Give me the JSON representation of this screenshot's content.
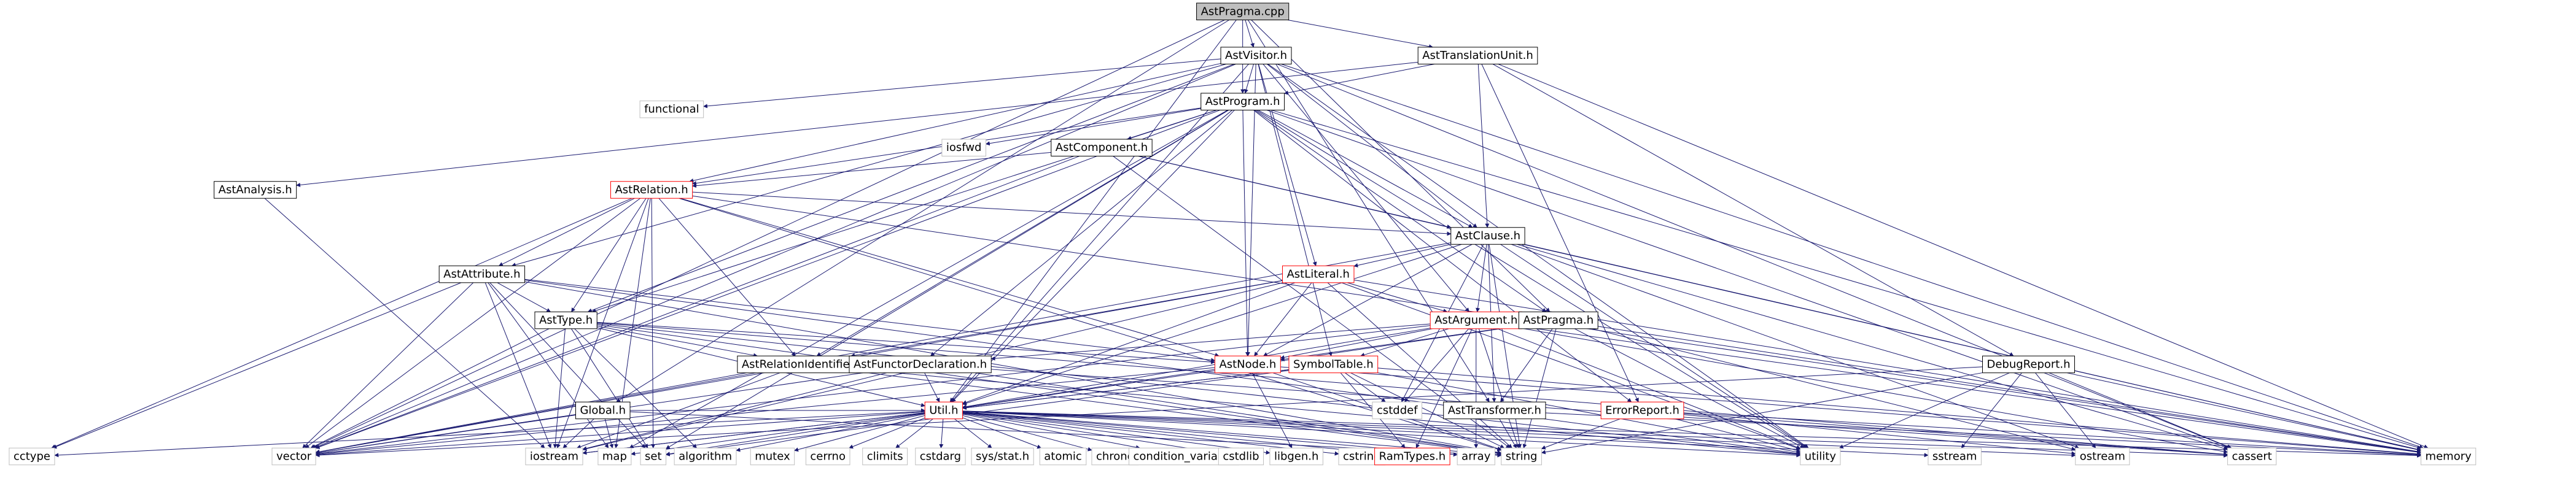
{
  "graph": {
    "nodes": [
      {
        "id": "root",
        "label": "AstPragma.cpp",
        "kind": "root"
      },
      {
        "id": "astvisitor",
        "label": "AstVisitor.h",
        "kind": "internal"
      },
      {
        "id": "asttu",
        "label": "AstTranslationUnit.h",
        "kind": "internal"
      },
      {
        "id": "functional",
        "label": "functional",
        "kind": "system"
      },
      {
        "id": "astprogram",
        "label": "AstProgram.h",
        "kind": "internal"
      },
      {
        "id": "iosfwd",
        "label": "iosfwd",
        "kind": "system"
      },
      {
        "id": "astcomponent",
        "label": "AstComponent.h",
        "kind": "internal"
      },
      {
        "id": "astanalysis",
        "label": "AstAnalysis.h",
        "kind": "internal"
      },
      {
        "id": "astrelation",
        "label": "AstRelation.h",
        "kind": "red"
      },
      {
        "id": "astclause",
        "label": "AstClause.h",
        "kind": "internal"
      },
      {
        "id": "astattribute",
        "label": "AstAttribute.h",
        "kind": "internal"
      },
      {
        "id": "astliteral",
        "label": "AstLiteral.h",
        "kind": "red"
      },
      {
        "id": "astargument",
        "label": "AstArgument.h",
        "kind": "red"
      },
      {
        "id": "astpragma",
        "label": "AstPragma.h",
        "kind": "internal"
      },
      {
        "id": "asttype",
        "label": "AstType.h",
        "kind": "internal"
      },
      {
        "id": "astnode",
        "label": "AstNode.h",
        "kind": "red"
      },
      {
        "id": "symboltable",
        "label": "SymbolTable.h",
        "kind": "red"
      },
      {
        "id": "astrelid",
        "label": "AstRelationIdentifier.h",
        "kind": "internal"
      },
      {
        "id": "astfuncdecl",
        "label": "AstFunctorDeclaration.h",
        "kind": "internal"
      },
      {
        "id": "debugreport",
        "label": "DebugReport.h",
        "kind": "internal"
      },
      {
        "id": "global",
        "label": "Global.h",
        "kind": "internal"
      },
      {
        "id": "util",
        "label": "Util.h",
        "kind": "red"
      },
      {
        "id": "asttransformer",
        "label": "AstTransformer.h",
        "kind": "internal"
      },
      {
        "id": "errorreport",
        "label": "ErrorReport.h",
        "kind": "red"
      },
      {
        "id": "cstddef",
        "label": "cstddef",
        "kind": "system"
      },
      {
        "id": "cctype",
        "label": "cctype",
        "kind": "system"
      },
      {
        "id": "vector",
        "label": "vector",
        "kind": "system"
      },
      {
        "id": "iostream",
        "label": "iostream",
        "kind": "system"
      },
      {
        "id": "map",
        "label": "map",
        "kind": "system"
      },
      {
        "id": "set",
        "label": "set",
        "kind": "system"
      },
      {
        "id": "algorithm",
        "label": "algorithm",
        "kind": "system"
      },
      {
        "id": "mutex",
        "label": "mutex",
        "kind": "system"
      },
      {
        "id": "cerrno",
        "label": "cerrno",
        "kind": "system"
      },
      {
        "id": "climits",
        "label": "climits",
        "kind": "system"
      },
      {
        "id": "cstdarg",
        "label": "cstdarg",
        "kind": "system"
      },
      {
        "id": "sysstat",
        "label": "sys/stat.h",
        "kind": "system"
      },
      {
        "id": "atomic",
        "label": "atomic",
        "kind": "system"
      },
      {
        "id": "chrono",
        "label": "chrono",
        "kind": "system"
      },
      {
        "id": "condvar",
        "label": "condition_variable",
        "kind": "system"
      },
      {
        "id": "cstdlib",
        "label": "cstdlib",
        "kind": "system"
      },
      {
        "id": "libgen",
        "label": "libgen.h",
        "kind": "system"
      },
      {
        "id": "cstring",
        "label": "cstring",
        "kind": "system"
      },
      {
        "id": "ramtypes",
        "label": "RamTypes.h",
        "kind": "red"
      },
      {
        "id": "array",
        "label": "array",
        "kind": "system"
      },
      {
        "id": "string",
        "label": "string",
        "kind": "system"
      },
      {
        "id": "utility",
        "label": "utility",
        "kind": "system"
      },
      {
        "id": "sstream",
        "label": "sstream",
        "kind": "system"
      },
      {
        "id": "ostream",
        "label": "ostream",
        "kind": "system"
      },
      {
        "id": "cassert",
        "label": "cassert",
        "kind": "system"
      },
      {
        "id": "memory",
        "label": "memory",
        "kind": "system"
      }
    ],
    "edges": [
      [
        "root",
        "astvisitor"
      ],
      [
        "root",
        "asttu"
      ],
      [
        "root",
        "astprogram"
      ],
      [
        "root",
        "astpragma"
      ],
      [
        "root",
        "util"
      ],
      [
        "root",
        "global"
      ],
      [
        "root",
        "vector"
      ],
      [
        "root",
        "asttransformer"
      ],
      [
        "asttu",
        "astprogram"
      ],
      [
        "asttu",
        "astanalysis"
      ],
      [
        "asttu",
        "errorreport"
      ],
      [
        "asttu",
        "debugreport"
      ],
      [
        "asttu",
        "memory"
      ],
      [
        "asttu",
        "astclause"
      ],
      [
        "astvisitor",
        "functional"
      ],
      [
        "astvisitor",
        "astprogram"
      ],
      [
        "astvisitor",
        "astrelation"
      ],
      [
        "astvisitor",
        "astattribute"
      ],
      [
        "astvisitor",
        "asttype"
      ],
      [
        "astvisitor",
        "astclause"
      ],
      [
        "astvisitor",
        "astliteral"
      ],
      [
        "astvisitor",
        "astargument"
      ],
      [
        "astvisitor",
        "astnode"
      ],
      [
        "astvisitor",
        "util"
      ],
      [
        "astvisitor",
        "vector"
      ],
      [
        "astvisitor",
        "utility"
      ],
      [
        "astvisitor",
        "memory"
      ],
      [
        "astvisitor",
        "cassert"
      ],
      [
        "astvisitor",
        "symboltable"
      ],
      [
        "astprogram",
        "iosfwd"
      ],
      [
        "astprogram",
        "astcomponent"
      ],
      [
        "astprogram",
        "astrelation"
      ],
      [
        "astprogram",
        "astclause"
      ],
      [
        "astprogram",
        "asttype"
      ],
      [
        "astprogram",
        "astpragma"
      ],
      [
        "astprogram",
        "astnode"
      ],
      [
        "astprogram",
        "astrelid"
      ],
      [
        "astprogram",
        "astfuncdecl"
      ],
      [
        "astprogram",
        "util"
      ],
      [
        "astprogram",
        "set"
      ],
      [
        "astprogram",
        "map"
      ],
      [
        "astprogram",
        "vector"
      ],
      [
        "astprogram",
        "utility"
      ],
      [
        "astprogram",
        "memory"
      ],
      [
        "astprogram",
        "cassert"
      ],
      [
        "astprogram",
        "errorreport"
      ],
      [
        "astcomponent",
        "astrelation"
      ],
      [
        "astcomponent",
        "astclause"
      ],
      [
        "astcomponent",
        "string"
      ],
      [
        "astcomponent",
        "memory"
      ],
      [
        "astcomponent",
        "vector"
      ],
      [
        "astanalysis",
        "iostream"
      ],
      [
        "astrelation",
        "astattribute"
      ],
      [
        "astrelation",
        "astclause"
      ],
      [
        "astrelation",
        "asttype"
      ],
      [
        "astrelation",
        "astrelid"
      ],
      [
        "astrelation",
        "astnode"
      ],
      [
        "astrelation",
        "set"
      ],
      [
        "astrelation",
        "cctype"
      ],
      [
        "astrelation",
        "iostream"
      ],
      [
        "astrelation",
        "map"
      ],
      [
        "astrelation",
        "vector"
      ],
      [
        "astrelation",
        "string"
      ],
      [
        "astrelation",
        "memory"
      ],
      [
        "astclause",
        "astliteral"
      ],
      [
        "astclause",
        "astargument"
      ],
      [
        "astclause",
        "astnode"
      ],
      [
        "astclause",
        "util"
      ],
      [
        "astclause",
        "vector"
      ],
      [
        "astclause",
        "string"
      ],
      [
        "astclause",
        "memory"
      ],
      [
        "astclause",
        "cassert"
      ],
      [
        "astclause",
        "utility"
      ],
      [
        "astclause",
        "ostream"
      ],
      [
        "astclause",
        "cstddef"
      ],
      [
        "astclause",
        "asttransformer"
      ],
      [
        "astattribute",
        "asttype"
      ],
      [
        "astattribute",
        "astnode"
      ],
      [
        "astattribute",
        "iostream"
      ],
      [
        "astattribute",
        "map"
      ],
      [
        "astattribute",
        "vector"
      ],
      [
        "astattribute",
        "string"
      ],
      [
        "astattribute",
        "cctype"
      ],
      [
        "astattribute",
        "set"
      ],
      [
        "astattribute",
        "utility"
      ],
      [
        "astliteral",
        "astargument"
      ],
      [
        "astliteral",
        "astnode"
      ],
      [
        "astliteral",
        "astrelid"
      ],
      [
        "astliteral",
        "util"
      ],
      [
        "astliteral",
        "vector"
      ],
      [
        "astliteral",
        "string"
      ],
      [
        "astliteral",
        "memory"
      ],
      [
        "astliteral",
        "utility"
      ],
      [
        "astliteral",
        "iostream"
      ],
      [
        "astargument",
        "astnode"
      ],
      [
        "astargument",
        "symboltable"
      ],
      [
        "astargument",
        "util"
      ],
      [
        "astargument",
        "astfuncdecl"
      ],
      [
        "astargument",
        "vector"
      ],
      [
        "astargument",
        "string"
      ],
      [
        "astargument",
        "memory"
      ],
      [
        "astargument",
        "cassert"
      ],
      [
        "astargument",
        "array"
      ],
      [
        "astargument",
        "utility"
      ],
      [
        "astargument",
        "cstddef"
      ],
      [
        "astargument",
        "ramtypes"
      ],
      [
        "astpragma",
        "astnode"
      ],
      [
        "astpragma",
        "util"
      ],
      [
        "astpragma",
        "string"
      ],
      [
        "astpragma",
        "memory"
      ],
      [
        "astpragma",
        "utility"
      ],
      [
        "astpragma",
        "asttransformer"
      ],
      [
        "astpragma",
        "ostream"
      ],
      [
        "asttype",
        "astnode"
      ],
      [
        "asttype",
        "astrelid"
      ],
      [
        "asttype",
        "util"
      ],
      [
        "asttype",
        "set"
      ],
      [
        "asttype",
        "vector"
      ],
      [
        "asttype",
        "iostream"
      ],
      [
        "asttype",
        "string"
      ],
      [
        "asttype",
        "algorithm"
      ],
      [
        "asttype",
        "cassert"
      ],
      [
        "asttype",
        "utility"
      ],
      [
        "astnode",
        "util"
      ],
      [
        "astnode",
        "string"
      ],
      [
        "astnode",
        "vector"
      ],
      [
        "astnode",
        "memory"
      ],
      [
        "astnode",
        "libgen"
      ],
      [
        "symboltable",
        "util"
      ],
      [
        "symboltable",
        "iostream"
      ],
      [
        "symboltable",
        "string"
      ],
      [
        "symboltable",
        "cstddef"
      ],
      [
        "symboltable",
        "utility"
      ],
      [
        "symboltable",
        "set"
      ],
      [
        "symboltable",
        "ramtypes"
      ],
      [
        "symboltable",
        "memory"
      ],
      [
        "astrelid",
        "string"
      ],
      [
        "astrelid",
        "vector"
      ],
      [
        "astrelid",
        "iostream"
      ],
      [
        "astrelid",
        "utility"
      ],
      [
        "astfuncdecl",
        "util"
      ],
      [
        "astfuncdecl",
        "string"
      ],
      [
        "astfuncdecl",
        "iostream"
      ],
      [
        "astfuncdecl",
        "cassert"
      ],
      [
        "astfuncdecl",
        "vector"
      ],
      [
        "debugreport",
        "string"
      ],
      [
        "debugreport",
        "utility"
      ],
      [
        "debugreport",
        "vector"
      ],
      [
        "debugreport",
        "memory"
      ],
      [
        "debugreport",
        "ostream"
      ],
      [
        "debugreport",
        "sstream"
      ],
      [
        "debugreport",
        "cassert"
      ],
      [
        "global",
        "map"
      ],
      [
        "global",
        "iostream"
      ],
      [
        "global",
        "vector"
      ],
      [
        "global",
        "string"
      ],
      [
        "global",
        "util"
      ],
      [
        "util",
        "vector"
      ],
      [
        "util",
        "iostream"
      ],
      [
        "util",
        "map"
      ],
      [
        "util",
        "set"
      ],
      [
        "util",
        "algorithm"
      ],
      [
        "util",
        "mutex"
      ],
      [
        "util",
        "cerrno"
      ],
      [
        "util",
        "climits"
      ],
      [
        "util",
        "cstdarg"
      ],
      [
        "util",
        "sysstat"
      ],
      [
        "util",
        "atomic"
      ],
      [
        "util",
        "chrono"
      ],
      [
        "util",
        "condvar"
      ],
      [
        "util",
        "cstdlib"
      ],
      [
        "util",
        "libgen"
      ],
      [
        "util",
        "cstring"
      ],
      [
        "util",
        "ramtypes"
      ],
      [
        "util",
        "array"
      ],
      [
        "util",
        "string"
      ],
      [
        "util",
        "utility"
      ],
      [
        "util",
        "sstream"
      ],
      [
        "util",
        "ostream"
      ],
      [
        "util",
        "cassert"
      ],
      [
        "util",
        "memory"
      ],
      [
        "util",
        "cctype"
      ],
      [
        "asttransformer",
        "string"
      ],
      [
        "asttransformer",
        "memory"
      ],
      [
        "errorreport",
        "string"
      ],
      [
        "errorreport",
        "utility"
      ],
      [
        "errorreport",
        "ostream"
      ],
      [
        "errorreport",
        "cassert"
      ],
      [
        "errorreport",
        "memory"
      ]
    ]
  },
  "colors": {
    "root_fill": "#bfbfbf",
    "node_fill": "#ffffff",
    "node_stroke": "#000000",
    "red_stroke": "#ff0000",
    "system_stroke": "#bfbfbf",
    "edge": "#191970",
    "text": "#000000"
  }
}
